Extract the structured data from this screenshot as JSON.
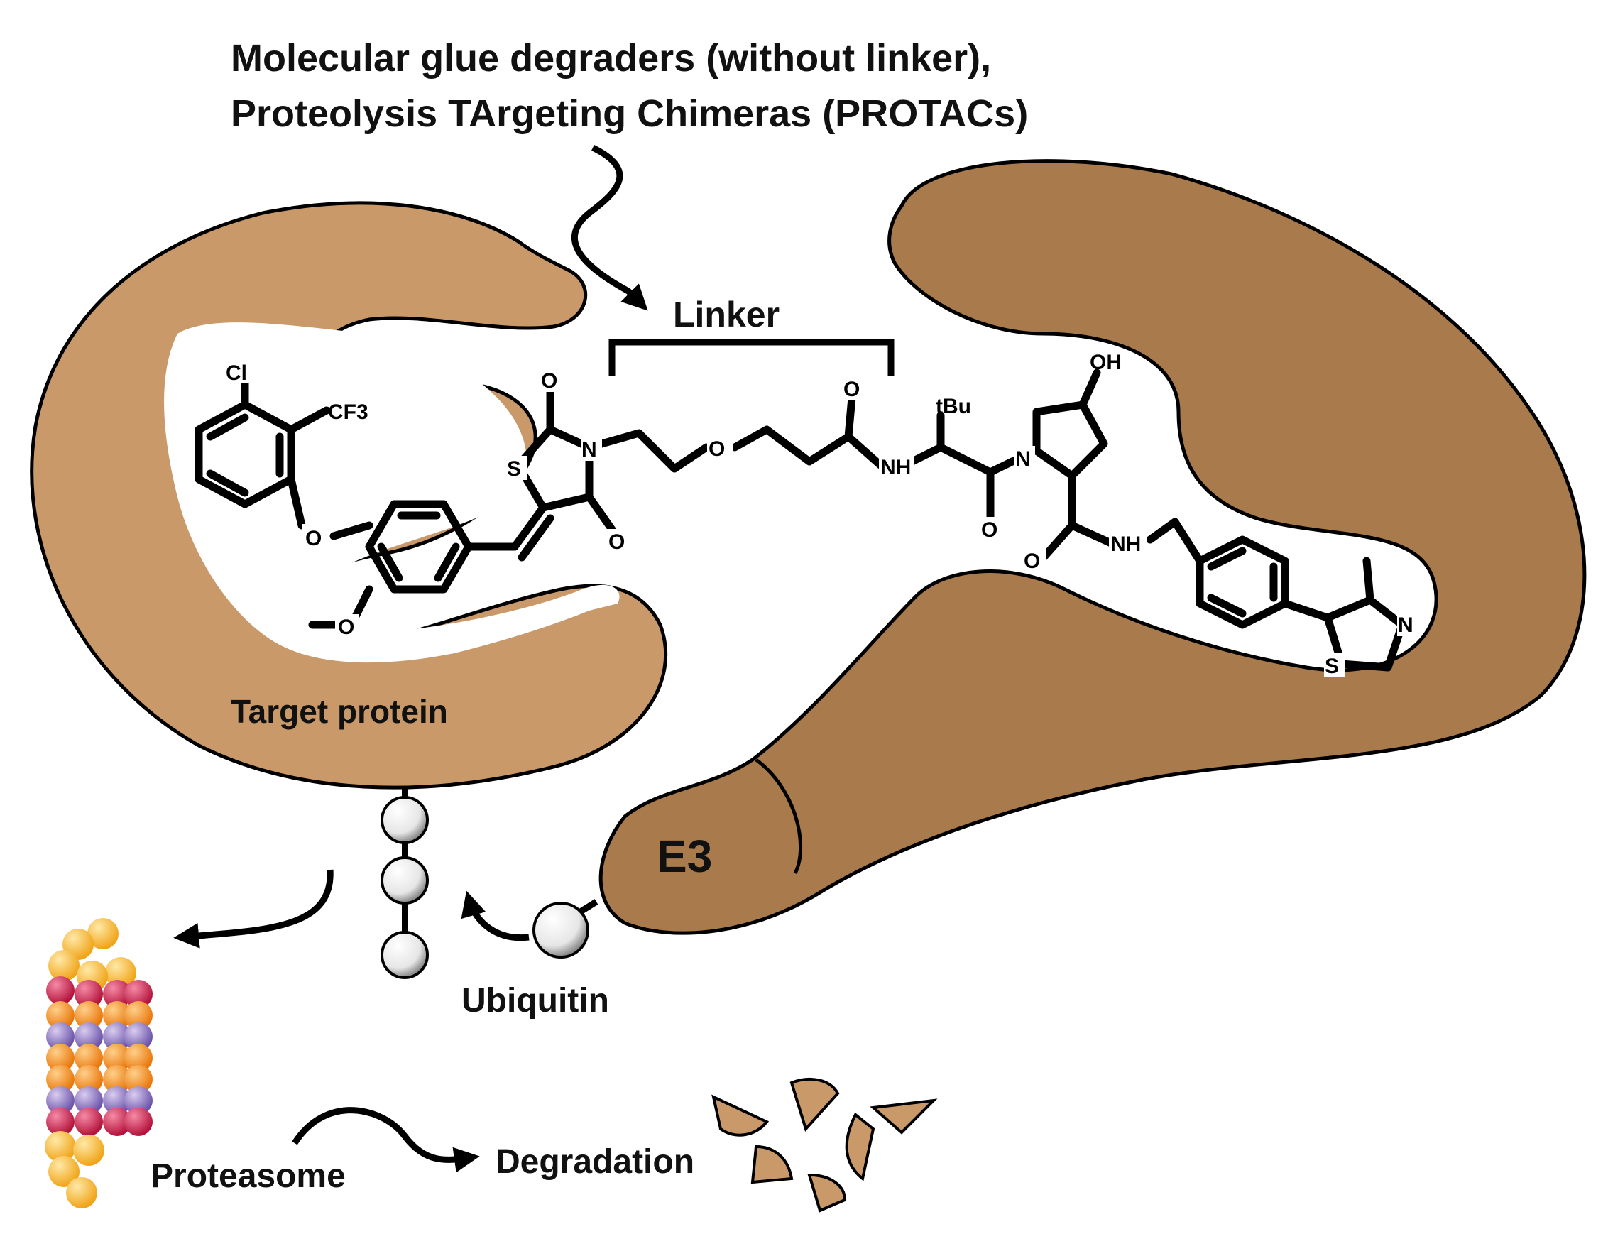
{
  "title": {
    "line1": "Molecular glue degraders (without linker),",
    "line2": "Proteolysis TArgeting Chimeras (PROTACs)"
  },
  "labels": {
    "linker": "Linker",
    "target_protein": "Target protein",
    "e3": "E3",
    "ubiquitin": "Ubiquitin",
    "proteasome": "Proteasome",
    "degradation": "Degradation"
  },
  "atoms": {
    "cl": "Cl",
    "cf3": "CF3",
    "o_ether": "O",
    "o_methoxy": "O",
    "s_ring": "S",
    "o_carbonyl_top": "O",
    "o_carbonyl_bottom": "O",
    "n_imide": "N",
    "o_linker": "O",
    "o_amide1": "O",
    "nh_amide1": "NH",
    "tbu": "tBu",
    "o_amide2": "O",
    "n_pyrrolidine": "N",
    "oh": "OH",
    "o_amide3": "O",
    "nh_amide3": "NH",
    "n_thiazole": "N",
    "s_thiazole": "S"
  },
  "colors": {
    "target_protein": "#c9996a",
    "e3_ligase": "#a87a4c",
    "outline": "#000000",
    "ubiquitin_fill": "#ffffff",
    "fragment_fill": "#c9996a",
    "proteasome_yellow": "#f7b733",
    "proteasome_purple": "#8a6fc2",
    "proteasome_orange": "#f7941d",
    "proteasome_red": "#d6254d"
  },
  "icons": [
    "squiggle-arrow-icon",
    "curved-arrow-icon",
    "ubiquitin-bead-icon",
    "proteasome-icon",
    "fragment-icon"
  ]
}
